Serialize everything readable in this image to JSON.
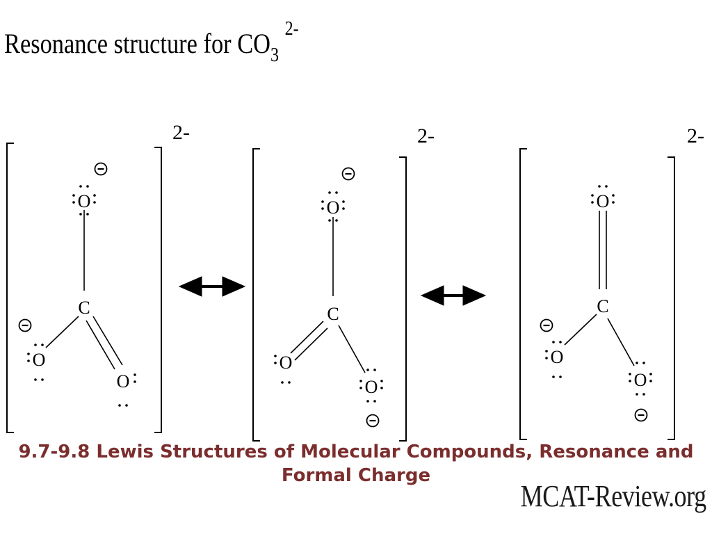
{
  "title": {
    "main": "Resonance structure for CO",
    "subscript": "3",
    "superscript": "2-"
  },
  "charge_label": "2-",
  "atoms": {
    "carbon": "C",
    "oxygen": "O"
  },
  "formal_charge_symbol": "−",
  "caption": {
    "line1": "9.7-9.8 Lewis Structures of Molecular Compounds, Resonance and",
    "line2": "Formal Charge"
  },
  "watermark": "MCAT-Review.org",
  "colors": {
    "caption": "#7b2d2d",
    "ink": "#000000"
  },
  "structures": [
    {
      "name": "structure-1",
      "double_bond": "bottom-right"
    },
    {
      "name": "structure-2",
      "double_bond": "bottom-left"
    },
    {
      "name": "structure-3",
      "double_bond": "top"
    }
  ]
}
